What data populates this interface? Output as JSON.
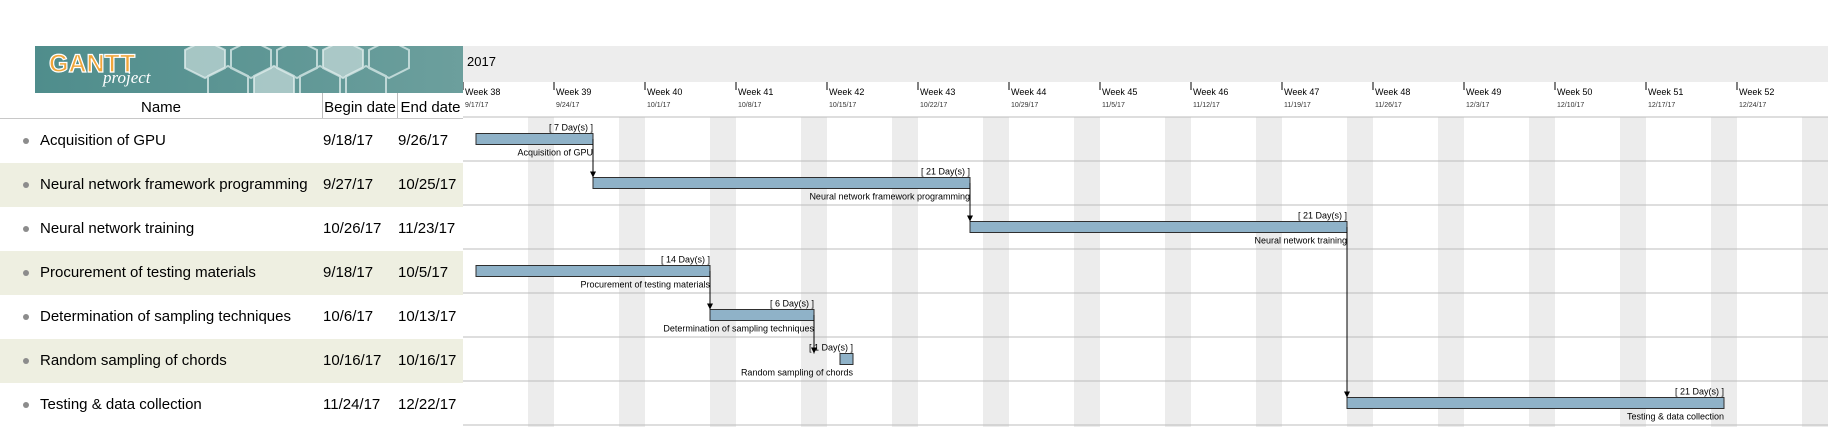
{
  "table": {
    "headers": {
      "name": "Name",
      "begin": "Begin date",
      "end": "End date"
    }
  },
  "tasks": [
    {
      "name": "Acquisition of GPU",
      "begin": "9/18/17",
      "end": "9/26/17",
      "duration_label": "[ 7 Day(s) ]"
    },
    {
      "name": "Neural network framework programming",
      "begin": "9/27/17",
      "end": "10/25/17",
      "duration_label": "[ 21 Day(s) ]"
    },
    {
      "name": "Neural network training",
      "begin": "10/26/17",
      "end": "11/23/17",
      "duration_label": "[ 21 Day(s) ]"
    },
    {
      "name": "Procurement of testing materials",
      "begin": "9/18/17",
      "end": "10/5/17",
      "duration_label": "[ 14 Day(s) ]"
    },
    {
      "name": "Determination of sampling techniques",
      "begin": "10/6/17",
      "end": "10/13/17",
      "duration_label": "[ 6 Day(s) ]"
    },
    {
      "name": "Random sampling of chords",
      "begin": "10/16/17",
      "end": "10/16/17",
      "duration_label": "[ 1 Day(s) ]"
    },
    {
      "name": "Testing & data collection",
      "begin": "11/24/17",
      "end": "12/22/17",
      "duration_label": "[ 21 Day(s) ]"
    }
  ],
  "chart_data": {
    "type": "gantt",
    "year_label": "2017",
    "weeks": [
      {
        "label": "Week 38",
        "date": "9/17/17"
      },
      {
        "label": "Week 39",
        "date": "9/24/17"
      },
      {
        "label": "Week 40",
        "date": "10/1/17"
      },
      {
        "label": "Week 41",
        "date": "10/8/17"
      },
      {
        "label": "Week 42",
        "date": "10/15/17"
      },
      {
        "label": "Week 43",
        "date": "10/22/17"
      },
      {
        "label": "Week 44",
        "date": "10/29/17"
      },
      {
        "label": "Week 45",
        "date": "11/5/17"
      },
      {
        "label": "Week 46",
        "date": "11/12/17"
      },
      {
        "label": "Week 47",
        "date": "11/19/17"
      },
      {
        "label": "Week 48",
        "date": "11/26/17"
      },
      {
        "label": "Week 49",
        "date": "12/3/17"
      },
      {
        "label": "Week 50",
        "date": "12/10/17"
      },
      {
        "label": "Week 51",
        "date": "12/17/17"
      },
      {
        "label": "Week 52",
        "date": "12/24/17"
      }
    ],
    "dependencies": [
      [
        0,
        1
      ],
      [
        1,
        2
      ],
      [
        3,
        4
      ],
      [
        4,
        5
      ],
      [
        2,
        6
      ]
    ]
  },
  "colors": {
    "bar_fill": "#8fb2c8",
    "bar_stroke": "#2f2f2f",
    "weekend_shade": "#ececec",
    "header_band": "#ededed",
    "row_alt": "#eeefe1",
    "logo_teal": "#5f9795",
    "logo_orange": "#f0a63a"
  },
  "logo": {
    "brand": "GANTT",
    "sub": "project"
  }
}
